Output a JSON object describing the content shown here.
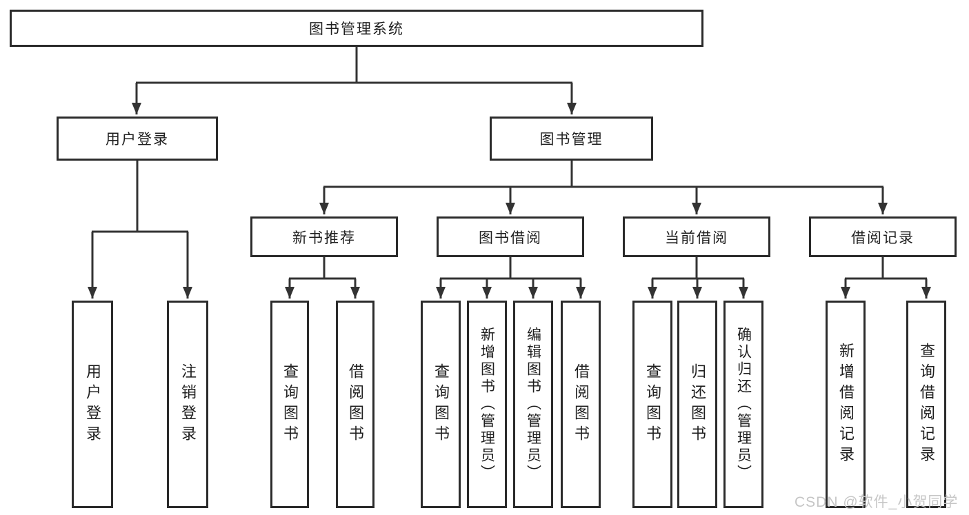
{
  "tree": {
    "root": "图书管理系统",
    "branches": [
      {
        "label": "用户登录",
        "leaves": [
          "用户登录",
          "注销登录"
        ]
      },
      {
        "label": "图书管理",
        "groups": [
          {
            "label": "新书推荐",
            "leaves": [
              "查询图书",
              "借阅图书"
            ]
          },
          {
            "label": "图书借阅",
            "leaves": [
              "查询图书",
              "新增图书（管理员）",
              "编辑图书（管理员）",
              "借阅图书"
            ]
          },
          {
            "label": "当前借阅",
            "leaves": [
              "查询图书",
              "归还图书",
              "确认归还（管理员）"
            ]
          },
          {
            "label": "借阅记录",
            "leaves": [
              "新增借阅记录",
              "查询借阅记录"
            ]
          }
        ]
      }
    ]
  },
  "watermark": {
    "text": "CSDN @软件_小贺同学"
  },
  "colors": {
    "line": "#333333",
    "box_border": "#2b2b2b",
    "text": "#1f1f1f",
    "watermark": "#c6c6c6",
    "background": "#ffffff"
  }
}
